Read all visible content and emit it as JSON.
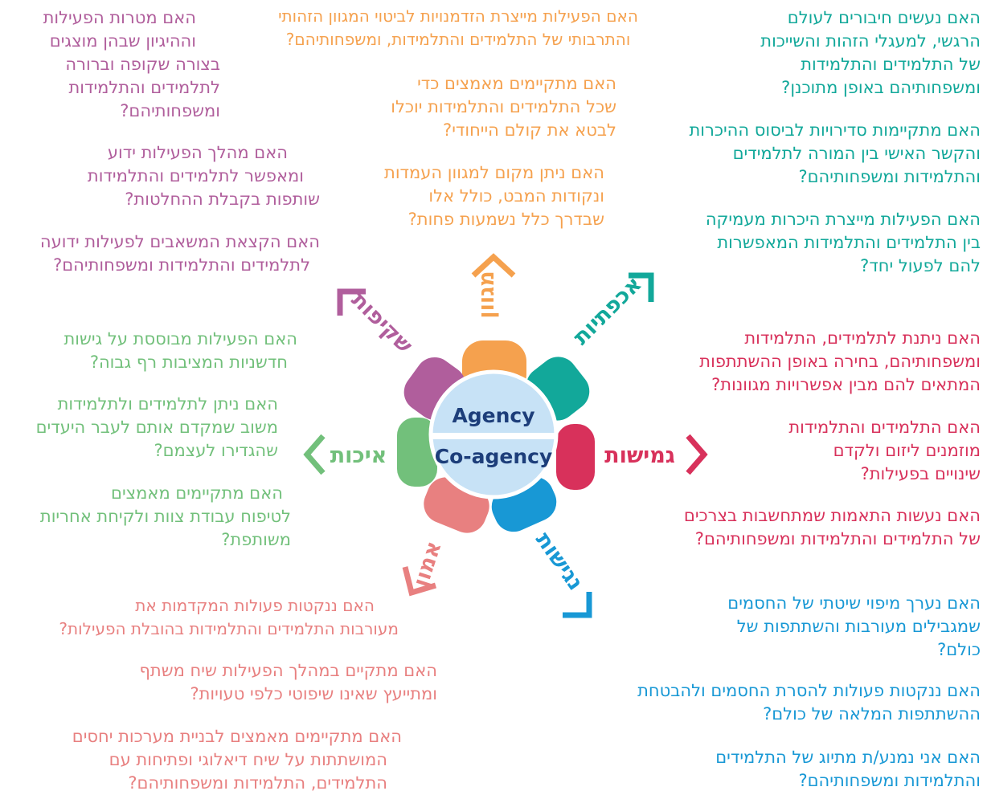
{
  "center": {
    "top": "Agency",
    "bottom": "Co-agency"
  },
  "colors": {
    "purple": "#b05e9c",
    "orange": "#f5a14e",
    "teal": "#12a89a",
    "crimson": "#d8315b",
    "blue": "#1898d5",
    "salmon": "#e88080",
    "green": "#72c07b",
    "circle": "#c7e2f6",
    "center_text": "#1d3e7a"
  },
  "categories": {
    "variety": "מגוון",
    "belonging": "אכפתיות",
    "flexibility": "גמישות",
    "accessibility": "נגישות",
    "trust": "אמון",
    "quality": "איכות",
    "transparency": "שקיפות"
  },
  "questions": {
    "variety": [
      [
        "האם הפעילות מייצרת הזדמנויות לביטוי המגוון הזהותי",
        "והתרבותי של התלמידים והתלמידות, ומשפחותיהם?"
      ],
      [
        "האם מתקיימים מאמצים כדי",
        "שכל התלמידים והתלמידות יוכלו",
        "לבטא את קולם הייחודי?"
      ],
      [
        "האם ניתן מקום למגוון העמדות",
        "ונקודות המבט, כולל אלו",
        "שבדרך כלל נשמעות פחות?"
      ]
    ],
    "belonging": [
      [
        "האם נעשים חיבורים לעולם",
        "הרגשי, למעגלי הזהות והשייכות",
        "של התלמידים והתלמידות",
        "ומשפחותיהם באופן מתוכנן?"
      ],
      [
        "האם מתקיימות סדירויות לביסוס ההיכרות",
        "והקשר האישי בין המורה לתלמידים",
        "והתלמידות ומשפחותיהם?"
      ],
      [
        "האם הפעילות מייצרת היכרות מעמיקה",
        "בין התלמידים והתלמידות המאפשרות",
        "להם לפעול יחד?"
      ]
    ],
    "flexibility": [
      [
        "האם ניתנת לתלמידים, התלמידות",
        "ומשפחותיהם, בחירה באופן ההשתתפות",
        "המתאים להם מבין אפשרויות מגוונות?"
      ],
      [
        "האם התלמידים והתלמידות",
        "מוזמנים ליזום ולקדם",
        "שינויים בפעילות?"
      ],
      [
        "האם נעשות התאמות שמתחשבות בצרכים",
        "של התלמידים והתלמידות ומשפחותיהם?"
      ]
    ],
    "accessibility": [
      [
        "האם נערך מיפוי שיטתי של החסמים",
        "שמגבילים מעורבות והשתתפות של",
        "כולם?"
      ],
      [
        "האם ננקטות פעולות להסרת החסמים ולהבטחת",
        "ההשתתפות המלאה של כולם?"
      ],
      [
        "האם אני נמנע/ת מתיוג של התלמידים",
        "והתלמידות ומשפחותיהם?"
      ]
    ],
    "trust": [
      [
        "האם ננקטות פעולות המקדמות את",
        "מעורבות התלמידים והתלמידות בהובלת הפעילות?"
      ],
      [
        "האם מתקיים במהלך הפעילות שיח משתף",
        "ומתייעץ שאינו שיפוטי כלפי טעויות?"
      ],
      [
        "האם מתקיימים מאמצים לבניית מערכות יחסים",
        "המושתתות על שיח דיאלוגי ופתיחות עם",
        "התלמידים, התלמידות ומשפחותיהם?"
      ]
    ],
    "quality": [
      [
        "האם הפעילות מבוססת על גישות",
        "חדשניות המציבות רף גבוה?"
      ],
      [
        "האם ניתן לתלמידים ולתלמידות",
        "משוב שמקדם אותם לעבר היעדים",
        "שהגדירו לעצמם?"
      ],
      [
        "האם מתקיימים מאמצים",
        "לטיפוח עבודת צוות ולקיחת אחריות",
        "משותפת?"
      ]
    ],
    "transparency": [
      [
        "האם מטרות הפעילות",
        "וההיגיון שבהן מוצגים",
        "בצורה שקופה וברורה",
        "לתלמידים והתלמידות",
        "ומשפחותיהם?"
      ],
      [
        "האם מהלך הפעילות ידוע",
        "ומאפשר לתלמידים והתלמידות",
        "שותפות בקבלת ההחלטות?"
      ],
      [
        "האם הקצאת המשאבים לפעילות ידועה",
        "לתלמידים והתלמידות ומשפחותיהם?"
      ]
    ]
  }
}
